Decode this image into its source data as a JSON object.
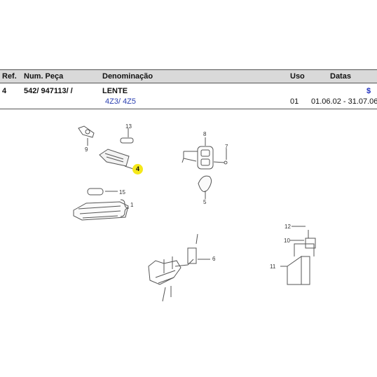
{
  "table": {
    "headers": {
      "ref": "Ref.",
      "part_number": "Num. Peça",
      "description": "Denominação",
      "use": "Uso",
      "dates": "Datas"
    },
    "row": {
      "ref": "4",
      "part_number": "542/  947113/  /",
      "description": "LENTE",
      "models": "4Z3/ 4Z5",
      "use": "01",
      "dates": "01.06.02 - 31.07.06",
      "price_symbol": "$"
    }
  },
  "diagram": {
    "callouts": [
      "9",
      "13",
      "4",
      "15",
      "1",
      "8",
      "7",
      "5",
      "6",
      "12",
      "10",
      "11"
    ],
    "highlighted_callout": "4",
    "highlight_color": "#f5e81a"
  }
}
